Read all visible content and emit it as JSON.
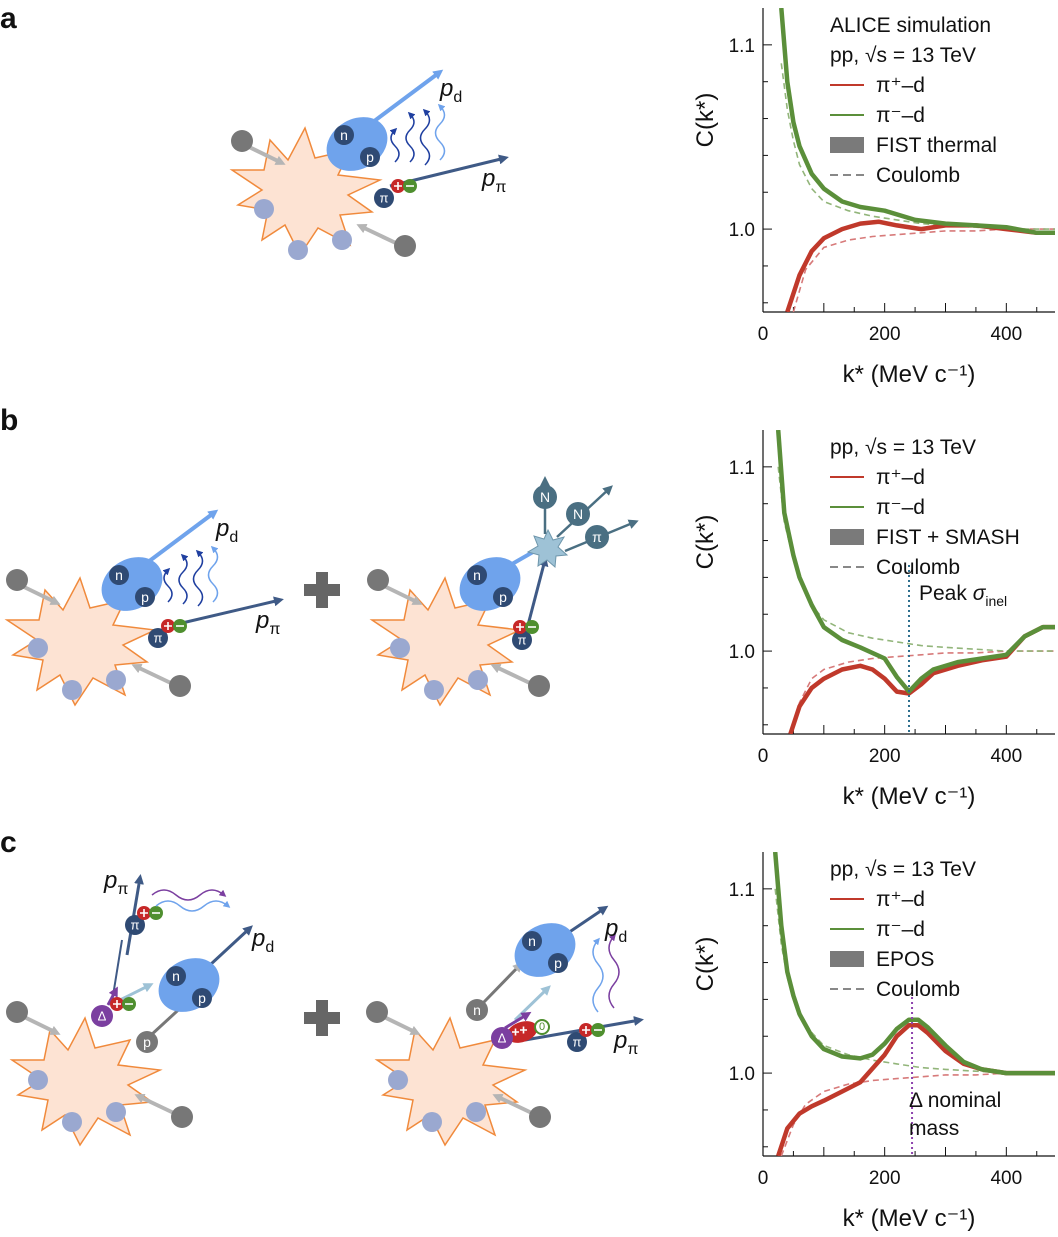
{
  "panels": [
    {
      "label": "a",
      "legend_title_lines": [
        "ALICE simulation",
        "pp, √s = 13 TeV"
      ],
      "legend": [
        "π⁺–d",
        "π⁻–d",
        "FIST thermal",
        "Coulomb"
      ],
      "ylabel": "C(k*)",
      "xlabel": "k* (MeV c⁻¹)",
      "diagram_labels": {
        "pd": "p",
        "pd_sub": "d",
        "ppi": "p",
        "ppi_sub": "π",
        "n": "n",
        "p": "p",
        "pi": "π"
      },
      "annotation": ""
    },
    {
      "label": "b",
      "legend_title_lines": [
        "pp, √s = 13 TeV"
      ],
      "legend": [
        "π⁺–d",
        "π⁻–d",
        "FIST + SMASH",
        "Coulomb"
      ],
      "ylabel": "C(k*)",
      "xlabel": "k* (MeV c⁻¹)",
      "diagram_labels": {
        "pd": "p",
        "pd_sub": "d",
        "ppi": "p",
        "ppi_sub": "π",
        "n": "n",
        "p": "p",
        "pi": "π",
        "N": "N"
      },
      "annotation": "Peak σ",
      "annotation_sub": "inel"
    },
    {
      "label": "c",
      "legend_title_lines": [
        "pp, √s = 13 TeV"
      ],
      "legend": [
        "π⁺–d",
        "π⁻–d",
        "EPOS",
        "Coulomb"
      ],
      "ylabel": "C(k*)",
      "xlabel": "k* (MeV c⁻¹)",
      "diagram_labels": {
        "pd": "p",
        "pd_sub": "d",
        "ppi": "p",
        "ppi_sub": "π",
        "n": "n",
        "p": "p",
        "pi": "π",
        "delta": "Δ",
        "zero": "0"
      },
      "annotation_lines": [
        "Δ nominal",
        "mass"
      ]
    }
  ],
  "colors": {
    "pi_plus": "#c0392b",
    "pi_minus": "#5b8f3a",
    "band": "#7a7a7a",
    "coulomb": "#888888",
    "vline_b": "#2e6f8e",
    "vline_c": "#8e44ad",
    "deuteron": "#6fa3ec",
    "nucleon": "#2f4a73",
    "star_fill": "#fde3d3",
    "star_edge": "#f08a3c",
    "arrow_light": "#6fa3ec",
    "arrow_dark": "#3f5a86",
    "plus_charge": "#c62828",
    "minus_charge": "#4f8f2f",
    "delta": "#7b3fa0",
    "gray_ball": "#777777",
    "light_ball": "#9aa8d0"
  },
  "chart_data": [
    {
      "panel": "a",
      "type": "line",
      "xlim": [
        0,
        480
      ],
      "ylim": [
        0.955,
        1.12
      ],
      "xticks": [
        0,
        200,
        400
      ],
      "yticks": [
        1.0,
        1.1
      ],
      "series": [
        {
          "name": "π⁺–d",
          "x": [
            40,
            60,
            80,
            100,
            130,
            160,
            190,
            220,
            260,
            300,
            350,
            400,
            450,
            480
          ],
          "y": [
            0.955,
            0.975,
            0.988,
            0.995,
            1.0,
            1.003,
            1.004,
            1.002,
            1.0,
            1.002,
            1.002,
            1.0,
            0.998,
            0.998
          ]
        },
        {
          "name": "π⁻–d",
          "x": [
            30,
            40,
            50,
            60,
            80,
            100,
            130,
            160,
            200,
            250,
            300,
            350,
            400,
            450,
            480
          ],
          "y": [
            1.12,
            1.08,
            1.058,
            1.045,
            1.03,
            1.022,
            1.015,
            1.012,
            1.01,
            1.005,
            1.003,
            1.002,
            1.001,
            0.998,
            0.998
          ]
        },
        {
          "name": "Coulomb π⁺–d",
          "x": [
            50,
            70,
            100,
            140,
            180,
            220,
            260,
            300,
            350,
            400,
            480
          ],
          "y": [
            0.955,
            0.978,
            0.99,
            0.994,
            0.996,
            0.997,
            0.998,
            0.999,
            0.999,
            1.0,
            1.0
          ]
        },
        {
          "name": "Coulomb π⁻–d",
          "x": [
            30,
            40,
            50,
            60,
            80,
            100,
            140,
            180,
            220,
            260,
            300,
            350,
            400,
            480
          ],
          "y": [
            1.09,
            1.065,
            1.048,
            1.035,
            1.022,
            1.015,
            1.01,
            1.007,
            1.005,
            1.003,
            1.002,
            1.001,
            1.0,
            1.0
          ]
        }
      ]
    },
    {
      "panel": "b",
      "type": "line",
      "xlim": [
        0,
        480
      ],
      "ylim": [
        0.955,
        1.12
      ],
      "xticks": [
        0,
        200,
        400
      ],
      "yticks": [
        1.0,
        1.1
      ],
      "vline_x": 240,
      "series": [
        {
          "name": "π⁺–d",
          "x": [
            45,
            60,
            80,
            100,
            130,
            160,
            180,
            200,
            220,
            240,
            260,
            280,
            320,
            360,
            400,
            430,
            460,
            480
          ],
          "y": [
            0.955,
            0.97,
            0.98,
            0.985,
            0.99,
            0.992,
            0.99,
            0.985,
            0.978,
            0.977,
            0.982,
            0.988,
            0.992,
            0.995,
            0.997,
            1.008,
            1.013,
            1.013
          ]
        },
        {
          "name": "π⁻–d",
          "x": [
            25,
            35,
            50,
            60,
            80,
            100,
            130,
            160,
            200,
            220,
            240,
            260,
            280,
            320,
            360,
            400,
            430,
            460,
            480
          ],
          "y": [
            1.12,
            1.075,
            1.052,
            1.04,
            1.025,
            1.013,
            1.006,
            1.002,
            0.996,
            0.986,
            0.978,
            0.985,
            0.99,
            0.994,
            0.996,
            0.998,
            1.008,
            1.013,
            1.013
          ]
        },
        {
          "name": "Coulomb π⁺–d",
          "x": [
            45,
            60,
            80,
            100,
            140,
            180,
            220,
            260,
            300,
            350,
            400,
            480
          ],
          "y": [
            0.955,
            0.972,
            0.985,
            0.99,
            0.994,
            0.996,
            0.997,
            0.998,
            0.999,
            0.999,
            1.0,
            1.0
          ]
        },
        {
          "name": "Coulomb π⁻–d",
          "x": [
            25,
            35,
            50,
            60,
            80,
            100,
            140,
            180,
            220,
            260,
            300,
            350,
            400,
            480
          ],
          "y": [
            1.1,
            1.07,
            1.05,
            1.038,
            1.025,
            1.017,
            1.01,
            1.007,
            1.005,
            1.003,
            1.002,
            1.001,
            1.0,
            1.0
          ]
        }
      ]
    },
    {
      "panel": "c",
      "type": "line",
      "xlim": [
        0,
        480
      ],
      "ylim": [
        0.955,
        1.12
      ],
      "xticks": [
        0,
        200,
        400
      ],
      "yticks": [
        1.0,
        1.1
      ],
      "vline_x": 245,
      "series": [
        {
          "name": "π⁺–d",
          "x": [
            25,
            40,
            60,
            80,
            100,
            130,
            160,
            200,
            220,
            240,
            255,
            270,
            300,
            330,
            360,
            400,
            440,
            480
          ],
          "y": [
            0.955,
            0.97,
            0.978,
            0.982,
            0.985,
            0.99,
            0.995,
            1.01,
            1.02,
            1.026,
            1.026,
            1.022,
            1.012,
            1.005,
            1.002,
            1.0,
            1.0,
            1.0
          ]
        },
        {
          "name": "π⁻–d",
          "x": [
            20,
            30,
            40,
            50,
            60,
            80,
            100,
            130,
            160,
            180,
            200,
            220,
            240,
            255,
            270,
            300,
            330,
            360,
            400,
            440,
            480
          ],
          "y": [
            1.12,
            1.08,
            1.055,
            1.042,
            1.032,
            1.02,
            1.013,
            1.009,
            1.008,
            1.01,
            1.016,
            1.024,
            1.029,
            1.029,
            1.025,
            1.015,
            1.006,
            1.002,
            1.0,
            1.0,
            1.0
          ]
        },
        {
          "name": "Coulomb π⁺–d",
          "x": [
            30,
            50,
            70,
            100,
            140,
            180,
            220,
            260,
            300,
            350,
            400,
            480
          ],
          "y": [
            0.955,
            0.972,
            0.983,
            0.99,
            0.994,
            0.996,
            0.997,
            0.998,
            0.999,
            0.999,
            1.0,
            1.0
          ]
        },
        {
          "name": "Coulomb π⁻–d",
          "x": [
            20,
            30,
            40,
            50,
            60,
            80,
            100,
            140,
            180,
            220,
            260,
            300,
            350,
            400,
            480
          ],
          "y": [
            1.1,
            1.07,
            1.052,
            1.04,
            1.032,
            1.022,
            1.015,
            1.01,
            1.007,
            1.005,
            1.003,
            1.002,
            1.001,
            1.0,
            1.0
          ]
        }
      ]
    }
  ]
}
